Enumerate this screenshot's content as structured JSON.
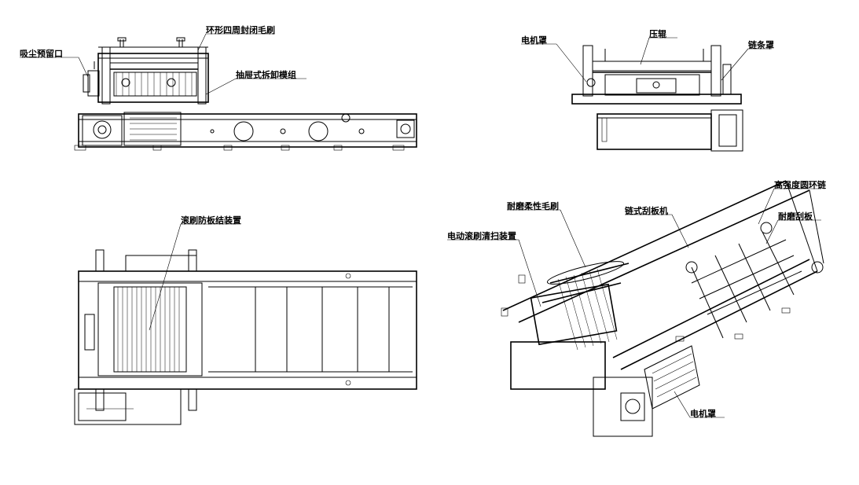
{
  "labels": {
    "dust_port": "吸尘预留口",
    "ring_brush": "环形四周封闭毛刷",
    "drawer_module": "抽屉式拆卸模组",
    "motor_cover_top": "电机罩",
    "press_roller": "压辊",
    "chain_cover": "链条罩",
    "brush_guard": "滚刷防板结装置",
    "wear_soft_brush": "耐磨柔性毛刷",
    "electric_brush_cleaner": "电动滚刷清扫装置",
    "chain_scraper": "链式刮板机",
    "high_strength_chain": "高强度圆环链",
    "wear_scraper": "耐磨刮板",
    "motor_cover_iso": "电机罩"
  }
}
